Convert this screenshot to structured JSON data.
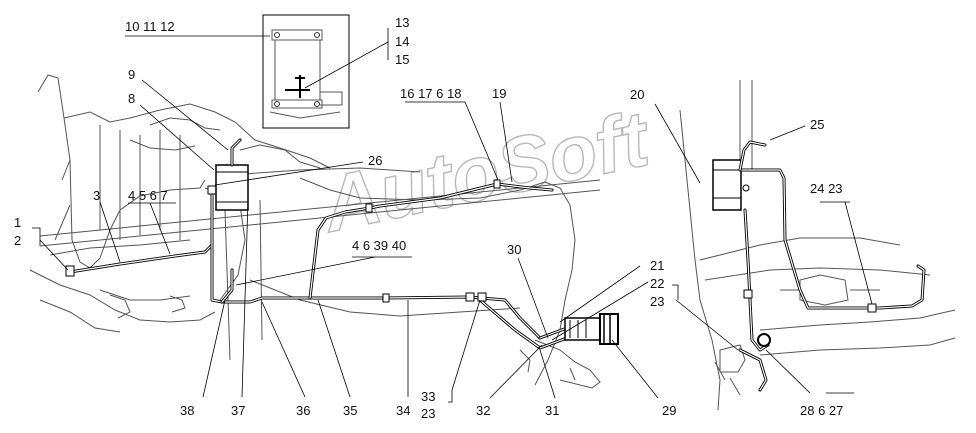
{
  "watermark": "AutoSoft",
  "callouts": {
    "c1": "1",
    "c2": "2",
    "c3": "3",
    "c4567": "4 5 6 7",
    "c8": "8",
    "c9": "9",
    "c101112": "10 11 12",
    "c13": "13",
    "c14": "14",
    "c15": "15",
    "c1617618": "16 17 6 18",
    "c19": "19",
    "c20": "20",
    "c21": "21",
    "c22": "22",
    "c23a": "23",
    "c2423": "24 23",
    "c25": "25",
    "c26": "26",
    "c2862 7": "28 6 27",
    "c29": "29",
    "c30": "30",
    "c31": "31",
    "c32": "32",
    "c33": "33",
    "c23b": "23",
    "c34": "34",
    "c35": "35",
    "c36": "36",
    "c37": "37",
    "c38": "38",
    "c463940": "4 6 39 40"
  }
}
